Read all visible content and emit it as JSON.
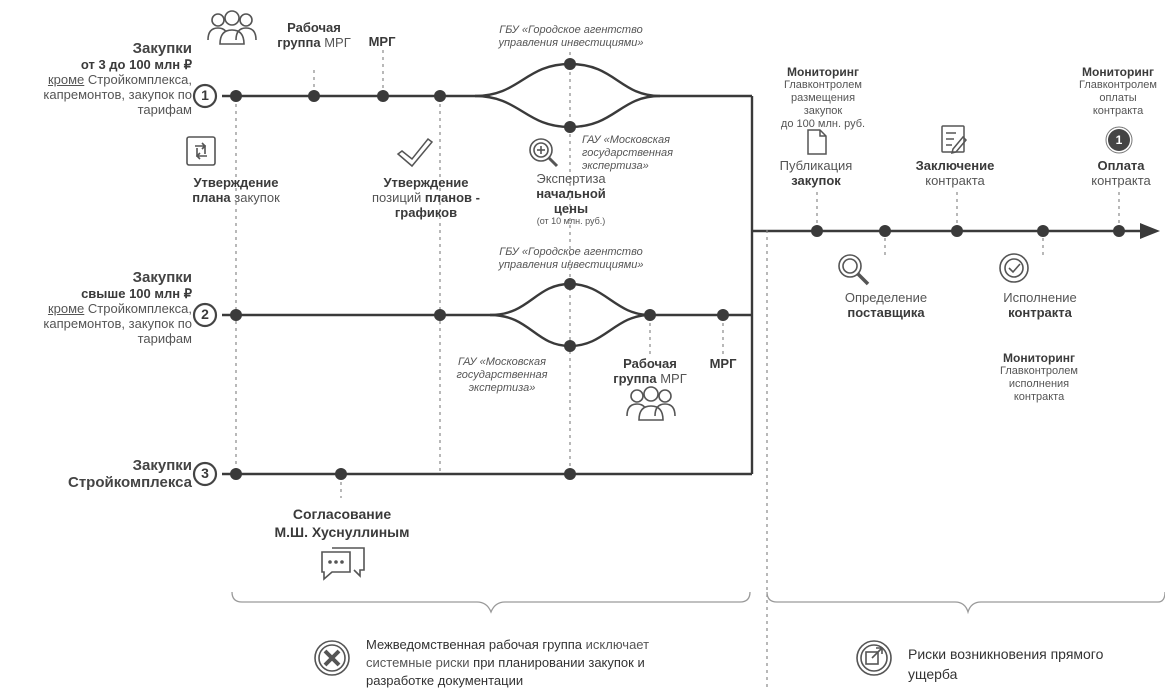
{
  "track1": {
    "title": "Закупки",
    "range": "от 3 до 100 млн ₽",
    "except_word": "кроме",
    "except_rest_l1": " Стройкомплекса,",
    "except_l2": "капремонтов, закупок по",
    "except_l3": "тарифам",
    "number": "1"
  },
  "track2": {
    "title": "Закупки",
    "range": "свыше 100 млн ₽",
    "except_word": "кроме",
    "except_rest_l1": " Стройкомплекса,",
    "except_l2": "капремонтов, закупок по",
    "except_l3": "тарифам",
    "number": "2"
  },
  "track3": {
    "title": "Закупки",
    "subtitle": "Стройкомплекса",
    "number": "3"
  },
  "labels": {
    "rabochaya": "Рабочая",
    "gruppa": "группа",
    "mrg": "МРГ",
    "utv_plana_1": "Утверждение",
    "utv_plana_2a": "плана",
    "utv_plana_2b": " закупок",
    "utv_poz_1": "Утверждение",
    "utv_poz_2a": "позиций ",
    "utv_poz_2b": "планов -",
    "utv_poz_3": "графиков",
    "gbu_l1": "ГБУ «Городское агентство",
    "gbu_l2": "управления инвестициями»",
    "gau_l1": "ГАУ «Московская",
    "gau_l2": "государственная",
    "gau_l3": "экспертиза»",
    "eksp_1": "Экспертиза",
    "eksp_2": "начальной",
    "eksp_3": "цены",
    "eksp_4": "(от 10 млн. руб.)",
    "soglas_1": "Согласование",
    "soglas_2": "М.Ш. Хуснуллиным"
  },
  "right": {
    "mon1_title": "Мониторинг",
    "mon1_l1": "Главконтролем",
    "mon1_l2": "размещения",
    "mon1_l3": "закупок",
    "mon1_l4": "до 100 млн. руб.",
    "pub_1": "Публикация",
    "pub_2": "закупок",
    "zakl_1": "Заключение",
    "zakl_2": "контракта",
    "mon2_title": "Мониторинг",
    "mon2_l1": "Главконтролем",
    "mon2_l2": "оплаты",
    "mon2_l3": "контракта",
    "opl_1": "Оплата",
    "opl_2": "контракта",
    "opr_1": "Определение",
    "opr_2": "поставщика",
    "isp_1": "Исполнение",
    "isp_2": "контракта",
    "mon3_title": "Мониторинг",
    "mon3_l1": "Главконтролем",
    "mon3_l2": "исполнения",
    "mon3_l3": "контракта",
    "coin_number": "1"
  },
  "bottom": {
    "left_l1a": "Межведомственная рабочая группа",
    "left_l1b": " исключает",
    "left_l2a": "системные риски ",
    "left_l2b": "при планировании закупок и",
    "left_l3": "разработке документации",
    "right_l1": "Риски возникновения прямого",
    "right_l2": "ущерба"
  }
}
